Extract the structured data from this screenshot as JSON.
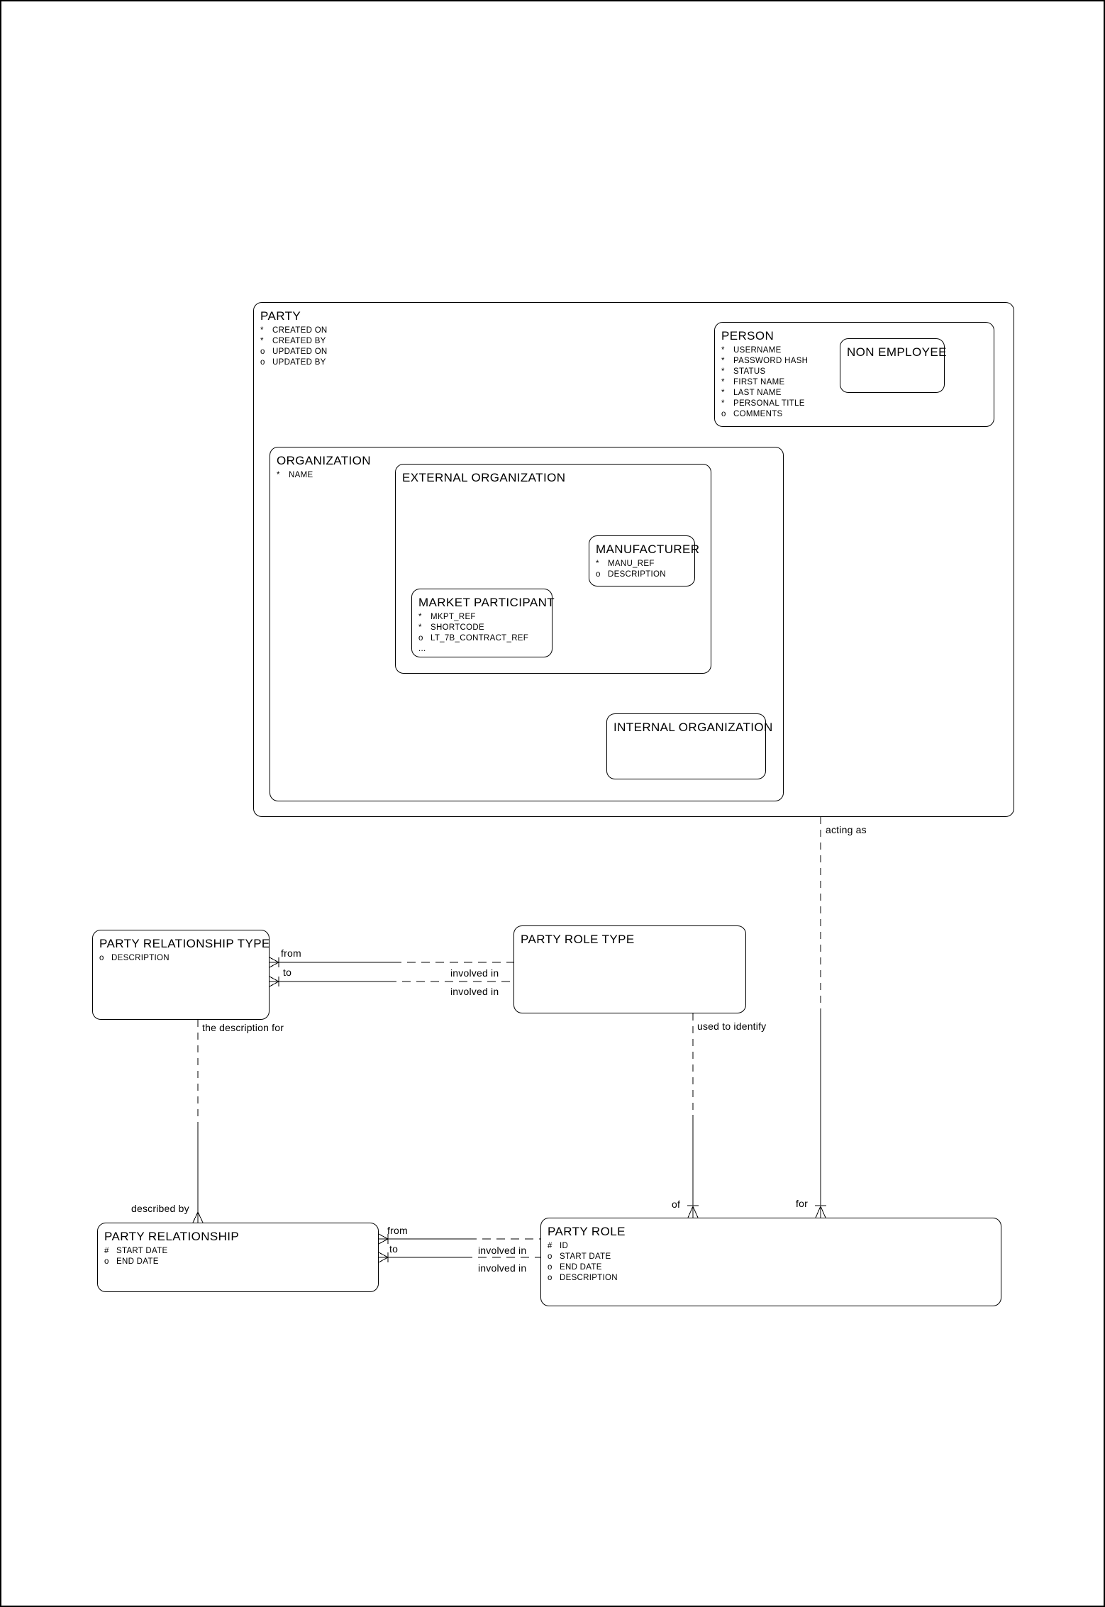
{
  "diagram": {
    "colors": {
      "line": "#000000",
      "background": "#ffffff"
    },
    "entities": {
      "party": {
        "title": "PARTY",
        "attrs": [
          {
            "prefix": "*",
            "name": "CREATED ON"
          },
          {
            "prefix": "*",
            "name": "CREATED BY"
          },
          {
            "prefix": "o",
            "name": "UPDATED ON"
          },
          {
            "prefix": "o",
            "name": "UPDATED BY"
          }
        ]
      },
      "person": {
        "title": "PERSON",
        "attrs": [
          {
            "prefix": "*",
            "name": "USERNAME"
          },
          {
            "prefix": "*",
            "name": "PASSWORD HASH"
          },
          {
            "prefix": "*",
            "name": "STATUS"
          },
          {
            "prefix": "*",
            "name": "FIRST NAME"
          },
          {
            "prefix": "*",
            "name": "LAST NAME"
          },
          {
            "prefix": "*",
            "name": "PERSONAL TITLE"
          },
          {
            "prefix": "o",
            "name": "COMMENTS"
          }
        ]
      },
      "non_employee": {
        "title": "NON EMPLOYEE"
      },
      "organization": {
        "title": "ORGANIZATION",
        "attrs": [
          {
            "prefix": "*",
            "name": "NAME"
          }
        ]
      },
      "external_organization": {
        "title": "EXTERNAL ORGANIZATION"
      },
      "manufacturer": {
        "title": "MANUFACTURER",
        "attrs": [
          {
            "prefix": "*",
            "name": "MANU_REF"
          },
          {
            "prefix": "o",
            "name": "DESCRIPTION"
          }
        ]
      },
      "market_participant": {
        "title": "MARKET PARTICIPANT",
        "attrs": [
          {
            "prefix": "*",
            "name": "MKPT_REF"
          },
          {
            "prefix": "*",
            "name": "SHORTCODE"
          },
          {
            "prefix": "o",
            "name": "LT_7B_CONTRACT_REF"
          },
          {
            "prefix": "...",
            "name": ""
          }
        ]
      },
      "internal_organization": {
        "title": "INTERNAL ORGANIZATION"
      },
      "party_relationship_type": {
        "title": "PARTY RELATIONSHIP TYPE",
        "attrs": [
          {
            "prefix": "o",
            "name": "DESCRIPTION"
          }
        ]
      },
      "party_role_type": {
        "title": "PARTY ROLE TYPE"
      },
      "party_relationship": {
        "title": "PARTY RELATIONSHIP",
        "attrs": [
          {
            "prefix": "#",
            "name": "START DATE"
          },
          {
            "prefix": "o",
            "name": "END DATE"
          }
        ]
      },
      "party_role": {
        "title": "PARTY ROLE",
        "attrs": [
          {
            "prefix": "#",
            "name": "ID"
          },
          {
            "prefix": "o",
            "name": "START DATE"
          },
          {
            "prefix": "o",
            "name": "END DATE"
          },
          {
            "prefix": "o",
            "name": "DESCRIPTION"
          }
        ]
      }
    },
    "relationship_labels": {
      "acting_as": "acting as",
      "from_top": "from",
      "to_top": "to",
      "involved_in_top_a": "involved in",
      "involved_in_top_b": "involved in",
      "the_description_for": "the description for",
      "used_to_identify": "used to identify",
      "described_by": "described by",
      "of": "of",
      "for": "for",
      "from_bottom": "from",
      "to_bottom": "to",
      "involved_in_bottom_a": "involved in",
      "involved_in_bottom_b": "involved in"
    }
  }
}
